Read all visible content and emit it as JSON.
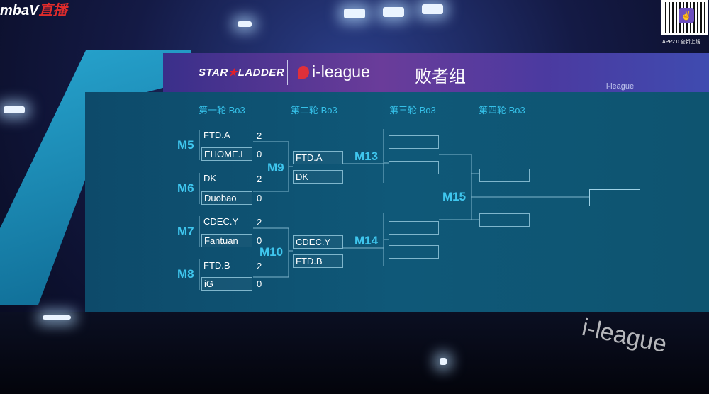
{
  "watermark": {
    "text": "mbaV",
    "suffix": "直播"
  },
  "qr": {
    "caption": "APP2.0 全新上线"
  },
  "header": {
    "brand1": "STAR",
    "brand1b": "LADDER",
    "brand2": "i-league",
    "title": "败者组"
  },
  "rounds": [
    "第一轮 Bo3",
    "第二轮 Bo3",
    "第三轮 Bo3",
    "第四轮 Bo3"
  ],
  "round1": [
    {
      "id": "M5",
      "t1": "FTD.A",
      "s1": "2",
      "t2": "EHOME.L",
      "s2": "0"
    },
    {
      "id": "M6",
      "t1": "DK",
      "s1": "2",
      "t2": "Duobao",
      "s2": "0"
    },
    {
      "id": "M7",
      "t1": "CDEC.Y",
      "s1": "2",
      "t2": "Fantuan",
      "s2": "0"
    },
    {
      "id": "M8",
      "t1": "FTD.B",
      "s1": "2",
      "t2": "iG",
      "s2": "0"
    }
  ],
  "round2": [
    {
      "id": "M9",
      "t1": "FTD.A",
      "t2": "DK"
    },
    {
      "id": "M10",
      "t1": "CDEC.Y",
      "t2": "FTD.B"
    }
  ],
  "round3": [
    {
      "id": "M13"
    },
    {
      "id": "M14"
    }
  ],
  "round4": {
    "id": "M15"
  },
  "background": {
    "stage_logo": "i-league"
  }
}
